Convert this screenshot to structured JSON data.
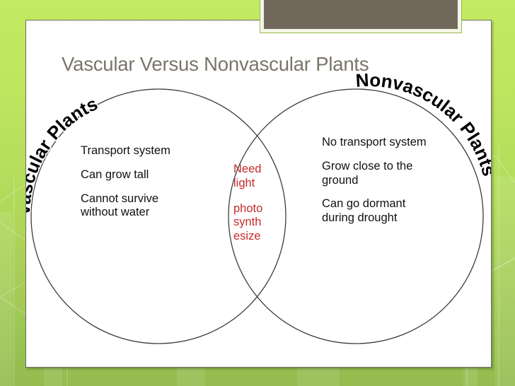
{
  "slide": {
    "title": "Vascular Versus Nonvascular Plants",
    "title_color": "#7a7569",
    "background_color_top": "#c4ea63",
    "background_color_bottom": "#93bb4e",
    "panel_color": "#ffffff",
    "top_box_color": "#716a5c"
  },
  "diagram": {
    "type": "venn",
    "left_circle": {
      "arc_label": "Vascular Plants",
      "items": [
        "Transport system",
        "Can grow tall",
        "Cannot survive without water"
      ]
    },
    "right_circle": {
      "arc_label": "Nonvascular Plants",
      "items": [
        "No transport system",
        "Grow close to the ground",
        "Can go dormant during drought"
      ]
    },
    "overlap": {
      "text_color": "#c42b2b",
      "items": [
        "Need light",
        "photo synth esize"
      ]
    }
  }
}
